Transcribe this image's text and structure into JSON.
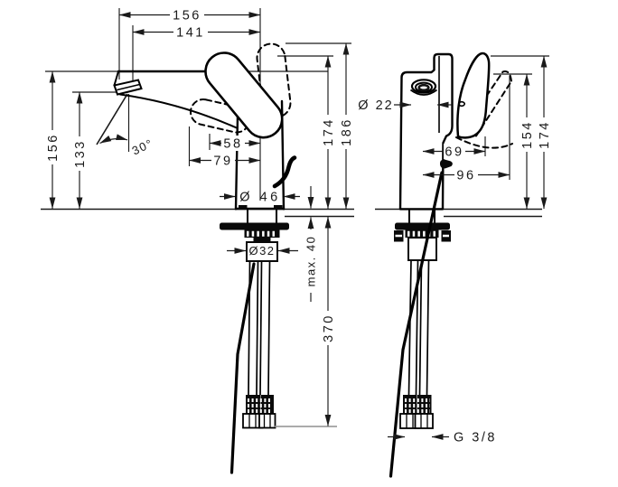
{
  "page": {
    "background": "#ffffff",
    "ink": "#1a1a1a",
    "reference_line_color": "#8f8f8f"
  },
  "front_view": {
    "name": "faucet front view",
    "dims": {
      "top_width_overall": "156",
      "top_width_inner": "141",
      "spout_height": "156",
      "aerator_height": "133",
      "stream_angle": "30°",
      "handle_to_axis": "58",
      "handle_reach": "79",
      "body_diameter": "Ø 46",
      "height_to_handle": "174",
      "height_handle_raised": "186",
      "shank_diameter": "Ø32",
      "max_deck": "max. 40",
      "hose_length": "370"
    }
  },
  "side_view": {
    "name": "faucet side view",
    "dims": {
      "aerator_diameter": "Ø 22",
      "axis_to_handle": "69",
      "axis_to_handle_tip": "96",
      "height_handle_tip": "154",
      "height_overall": "174",
      "thread": "G 3/8"
    }
  }
}
